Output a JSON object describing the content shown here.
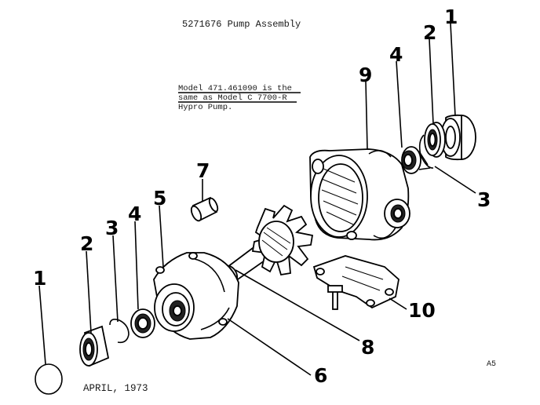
{
  "title": "5271676 Pump Assembly",
  "note_lines": [
    "Model 471.461090 is the",
    "same as Model C 7700-R",
    "Hypro Pump."
  ],
  "date": "APRIL, 1973",
  "page_code": "A5",
  "callouts": {
    "top_1": "1",
    "top_2": "2",
    "top_4": "4",
    "top_9": "9",
    "top_3": "3",
    "mid_7": "7",
    "mid_5": "5",
    "bot_2": "2",
    "bot_3": "3",
    "bot_4": "4",
    "bot_1": "1",
    "bot_8": "8",
    "bot_10": "10",
    "bot_6": "6"
  }
}
